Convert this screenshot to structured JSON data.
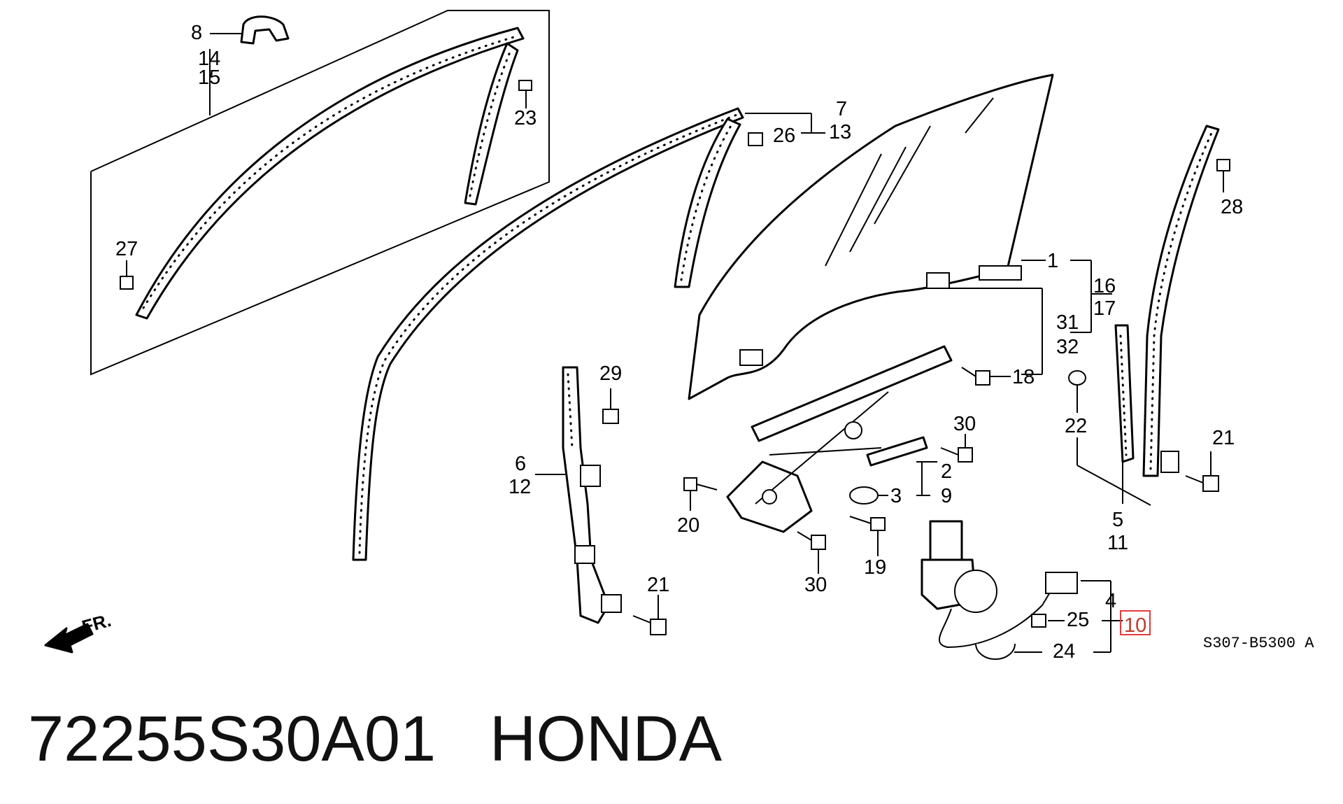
{
  "diagram": {
    "callouts": {
      "c1": "1",
      "c2": "2",
      "c3": "3",
      "c4": "4",
      "c5": "5",
      "c6": "6",
      "c7": "7",
      "c8": "8",
      "c9": "9",
      "c10": "10",
      "c11": "11",
      "c12": "12",
      "c13": "13",
      "c14": "14",
      "c15": "15",
      "c16": "16",
      "c17": "17",
      "c18": "18",
      "c19": "19",
      "c20": "20",
      "c21a": "21",
      "c21b": "21",
      "c22": "22",
      "c23": "23",
      "c24": "24",
      "c25": "25",
      "c26": "26",
      "c27": "27",
      "c28": "28",
      "c29": "29",
      "c30a": "30",
      "c30b": "30",
      "c31": "31",
      "c32": "32"
    },
    "highlighted_callout": "10",
    "highlight_color": "#e23b3b",
    "front_label": "FR.",
    "diagram_code": "S307-B5300 A"
  },
  "caption": {
    "part_number": "72255S30A01",
    "brand": "HONDA"
  }
}
